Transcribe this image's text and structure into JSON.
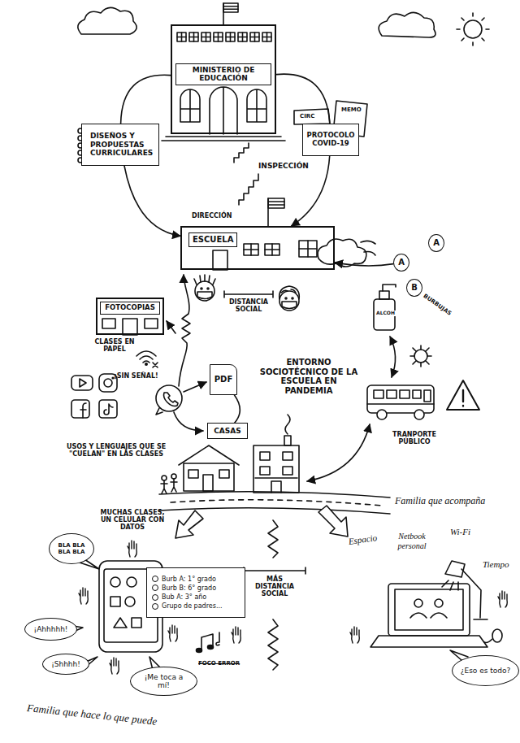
{
  "diagram": {
    "nodes": [
      {
        "text": [
          "MINISTERIO DE EDUCACIÓN"
        ]
      },
      {
        "text": [
          "DISEÑOS Y PROPUESTAS CURRICULARES"
        ]
      },
      {
        "text": [
          "PROTOCOLO COVID-19"
        ]
      },
      {
        "text": [
          "ESCUELA"
        ]
      },
      {
        "text": [
          "A"
        ]
      },
      {
        "text": [
          "A"
        ]
      },
      {
        "text": [
          "B"
        ]
      },
      {
        "text": [
          "FOTOCOPIAS"
        ]
      },
      {
        "text": [
          "PDF"
        ]
      },
      {
        "text": [
          "CASAS"
        ]
      },
      {
        "text": [
          "BLA BLA BLA BLA"
        ]
      },
      {
        "text": [
          "Burb A: 1° grado",
          "Burb B: 6° grado",
          "Bub A: 3° año",
          "Grupo de padres..."
        ]
      },
      {
        "text": [
          "¡Ahhhhh!"
        ]
      },
      {
        "text": [
          "¡Shhhh!"
        ]
      },
      {
        "text": [
          "¡Me toca a mí!"
        ]
      },
      {
        "text": [
          "¿Eso es todo?"
        ]
      }
    ],
    "edges": [
      {
        "from": 0,
        "to": 1,
        "arrow": "none"
      },
      {
        "from": 1,
        "to": 3,
        "arrow": "to"
      },
      {
        "from": 0,
        "to": 2,
        "arrow": "none"
      },
      {
        "from": 2,
        "to": 3,
        "arrow": "to"
      },
      {
        "from": 5,
        "to": 3,
        "arrow": "to"
      },
      {
        "from": 8,
        "to": 9,
        "arrow": "none"
      }
    ],
    "labels": [
      "INSPECCIÓN",
      "MEMO",
      "CIRC",
      "DIRECCIÓN",
      "DISTANCIA SOCIAL",
      "BURBUJAS",
      "ALCOH",
      "CLASES EN PAPEL",
      "ENTORNO SOCIOTÉCNICO DE LA ESCUELA EN PANDEMIA",
      "¡SIN SEÑAL!",
      "TRANPORTE PÚBLICO",
      "USOS Y LENGUAJES QUE SE \"CUELAN\" EN LAS CLASES",
      "Familia que acompaña",
      "MUCHAS CLASES, UN CELULAR CON DATOS",
      "Wi-Fi",
      "Netbook personal",
      "Espacio",
      "Tiempo",
      "MÁS DISTANCIA SOCIAL",
      "FOCO ERROR",
      "Familia que hace lo que puede"
    ]
  }
}
